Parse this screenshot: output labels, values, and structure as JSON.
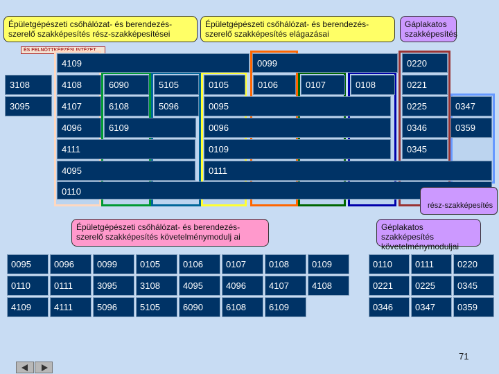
{
  "headers": {
    "h1": "Épületgépészeti csőhálózat- és berendezés-szerelő szakképesítés rész-szakképesítései",
    "h2": "Épületgépészeti csőhálózat- és berendezés-szerelő szakképesítés elágazásai",
    "h3": "Gáplakatos szakképesítés",
    "stamp": "ÉS FELNŐTTKÉPZÉSI INTÉZET",
    "partial_label": "rész-szakképesítés",
    "mod1": "Épületgépészeti csőhálózat- és berendezés-szerelő szakképesítés követelménymodulj ai",
    "mod2": "Géplakatos szakképesítés követelménymoduljai"
  },
  "top_codes": {
    "c4109": "4109",
    "c0099": "0099",
    "c0220": "0220",
    "r1": [
      "3108",
      "4108",
      "6090",
      "5105",
      "0105",
      "0106",
      "0107",
      "0108",
      "0221"
    ],
    "r2": [
      "3095",
      "4107",
      "6108",
      "5096",
      "0095",
      "0225",
      "0347"
    ],
    "r3": [
      "4096",
      "6109",
      "0096",
      "0346",
      "0359"
    ],
    "r4": [
      "4111",
      "0109",
      "0345"
    ],
    "r5": [
      "4095",
      "0111"
    ],
    "r6": [
      "0110"
    ]
  },
  "table_left": [
    [
      "0095",
      "0096",
      "0099",
      "0105",
      "0106",
      "0107",
      "0108",
      "0109"
    ],
    [
      "0110",
      "0111",
      "3095",
      "3108",
      "4095",
      "4096",
      "4107",
      "4108"
    ],
    [
      "4109",
      "4111",
      "5096",
      "5105",
      "6090",
      "6108",
      "6109",
      ""
    ]
  ],
  "table_right": [
    [
      "0110",
      "0111",
      "0220"
    ],
    [
      "0221",
      "0225",
      "0345"
    ],
    [
      "0346",
      "0347",
      "0359"
    ]
  ],
  "page_number": "71",
  "colors": {
    "yellow_header": "#ffff66",
    "violet_header": "#cc99ff",
    "pink_header": "#ff99cc",
    "cell_fill": "#003366",
    "page_bg": "#c8dcf3"
  }
}
